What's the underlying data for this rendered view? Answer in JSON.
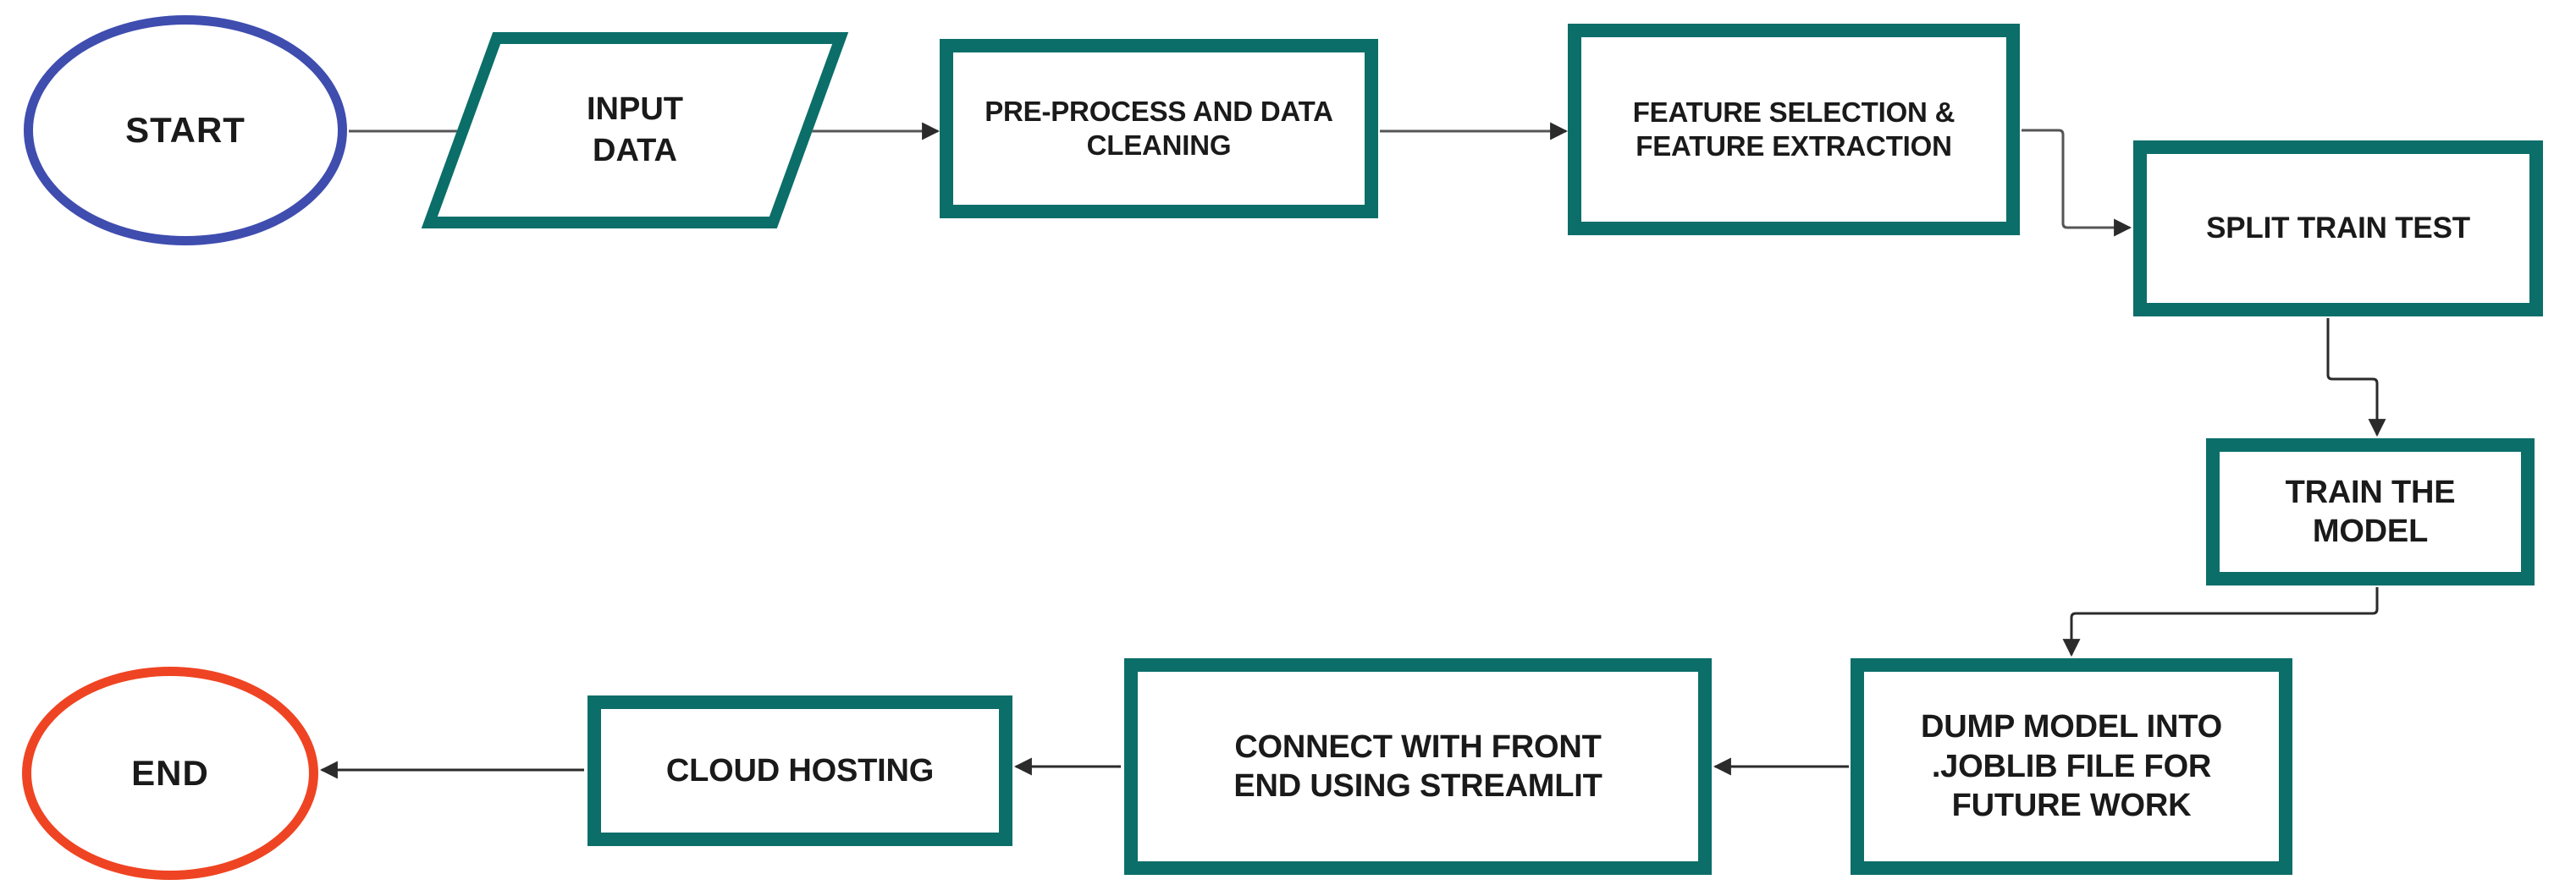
{
  "diagram": {
    "title": "Machine Learning Project Pipeline Flowchart",
    "background_color": "#ffffff",
    "colors": {
      "process_border": "#0b6e69",
      "start_border": "#3f4daf",
      "end_border": "#ef4423",
      "text": "#1a1a1a",
      "connector": "#404040"
    }
  },
  "nodes": {
    "start": {
      "label": "START",
      "shape": "ellipse",
      "border_color": "#3f4daf"
    },
    "input": {
      "label": "INPUT\nDATA",
      "shape": "parallelogram",
      "border_color": "#0b6e69"
    },
    "preprocess": {
      "label": "PRE-PROCESS AND DATA\nCLEANING",
      "shape": "rectangle",
      "border_color": "#0b6e69"
    },
    "feature": {
      "label": "FEATURE SELECTION &\nFEATURE EXTRACTION",
      "shape": "rectangle",
      "border_color": "#0b6e69"
    },
    "split": {
      "label": "SPLIT TRAIN TEST",
      "shape": "rectangle",
      "border_color": "#0b6e69"
    },
    "train": {
      "label": "TRAIN THE\nMODEL",
      "shape": "rectangle",
      "border_color": "#0b6e69"
    },
    "dump": {
      "label": "DUMP MODEL INTO\n.JOBLIB FILE FOR\nFUTURE WORK",
      "shape": "rectangle",
      "border_color": "#0b6e69"
    },
    "connect": {
      "label": "CONNECT WITH FRONT\nEND USING STREAMLIT",
      "shape": "rectangle",
      "border_color": "#0b6e69"
    },
    "cloud": {
      "label": "CLOUD HOSTING",
      "shape": "rectangle",
      "border_color": "#0b6e69"
    },
    "end": {
      "label": "END",
      "shape": "ellipse",
      "border_color": "#ef4423"
    }
  },
  "edges": [
    {
      "name": "start-to-input",
      "from": "start",
      "to": "input",
      "style": "straight",
      "direction": "right",
      "arrowhead": true
    },
    {
      "name": "input-to-preprocess",
      "from": "input",
      "to": "preprocess",
      "style": "straight",
      "direction": "right",
      "arrowhead": true
    },
    {
      "name": "preprocess-to-feature",
      "from": "preprocess",
      "to": "feature",
      "style": "straight",
      "direction": "right",
      "arrowhead": true
    },
    {
      "name": "feature-to-split",
      "from": "feature",
      "to": "split",
      "style": "elbow",
      "direction": "right-down-right",
      "arrowhead": true
    },
    {
      "name": "split-to-train",
      "from": "split",
      "to": "train",
      "style": "elbow",
      "direction": "down-right-down",
      "arrowhead": true
    },
    {
      "name": "train-to-dump",
      "from": "train",
      "to": "dump",
      "style": "elbow",
      "direction": "down-left-down",
      "arrowhead": true
    },
    {
      "name": "dump-to-connect",
      "from": "dump",
      "to": "connect",
      "style": "straight",
      "direction": "left",
      "arrowhead": true
    },
    {
      "name": "connect-to-cloud",
      "from": "connect",
      "to": "cloud",
      "style": "straight",
      "direction": "left",
      "arrowhead": true
    },
    {
      "name": "cloud-to-end",
      "from": "cloud",
      "to": "end",
      "style": "straight",
      "direction": "left",
      "arrowhead": true
    }
  ]
}
